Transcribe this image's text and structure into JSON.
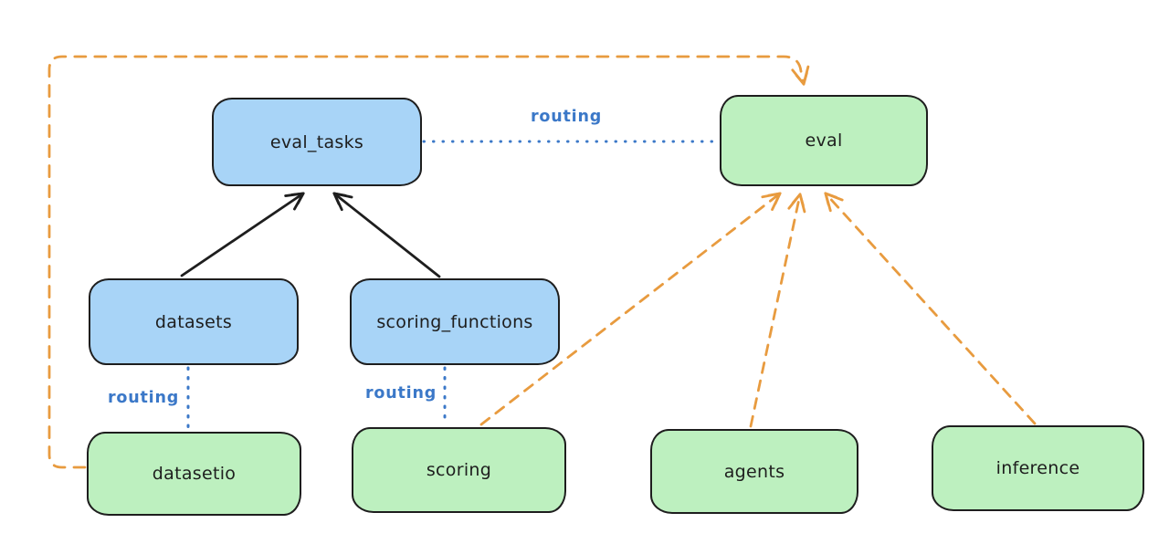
{
  "diagram": {
    "background": "#ffffff",
    "colors": {
      "blue_fill": "#a8d4f7",
      "green_fill": "#bdf0bf",
      "box_stroke": "#1e1e1e",
      "routing_blue": "#3b78c8",
      "orange": "#e89b3f",
      "black_arrow": "#1e1e1e"
    },
    "nodes": [
      {
        "id": "eval_tasks",
        "label": "eval_tasks",
        "color": "blue"
      },
      {
        "id": "eval",
        "label": "eval",
        "color": "green"
      },
      {
        "id": "datasets",
        "label": "datasets",
        "color": "blue"
      },
      {
        "id": "scoring_functions",
        "label": "scoring_functions",
        "color": "blue"
      },
      {
        "id": "datasetio",
        "label": "datasetio",
        "color": "green"
      },
      {
        "id": "scoring",
        "label": "scoring",
        "color": "green"
      },
      {
        "id": "agents",
        "label": "agents",
        "color": "green"
      },
      {
        "id": "inference",
        "label": "inference",
        "color": "green"
      }
    ],
    "edges": [
      {
        "from": "datasets",
        "to": "eval_tasks",
        "style": "solid-black-arrow",
        "label": ""
      },
      {
        "from": "scoring_functions",
        "to": "eval_tasks",
        "style": "solid-black-arrow",
        "label": ""
      },
      {
        "from": "eval_tasks",
        "to": "eval",
        "style": "dotted-blue",
        "label": "routing"
      },
      {
        "from": "datasets",
        "to": "datasetio",
        "style": "dotted-blue",
        "label": "routing"
      },
      {
        "from": "scoring_functions",
        "to": "scoring",
        "style": "dotted-blue",
        "label": "routing"
      },
      {
        "from": "datasetio",
        "to": "eval",
        "style": "dashed-orange-arrow",
        "label": ""
      },
      {
        "from": "scoring",
        "to": "eval",
        "style": "dashed-orange-arrow",
        "label": ""
      },
      {
        "from": "agents",
        "to": "eval",
        "style": "dashed-orange-arrow",
        "label": ""
      },
      {
        "from": "inference",
        "to": "eval",
        "style": "dashed-orange-arrow",
        "label": ""
      }
    ]
  }
}
